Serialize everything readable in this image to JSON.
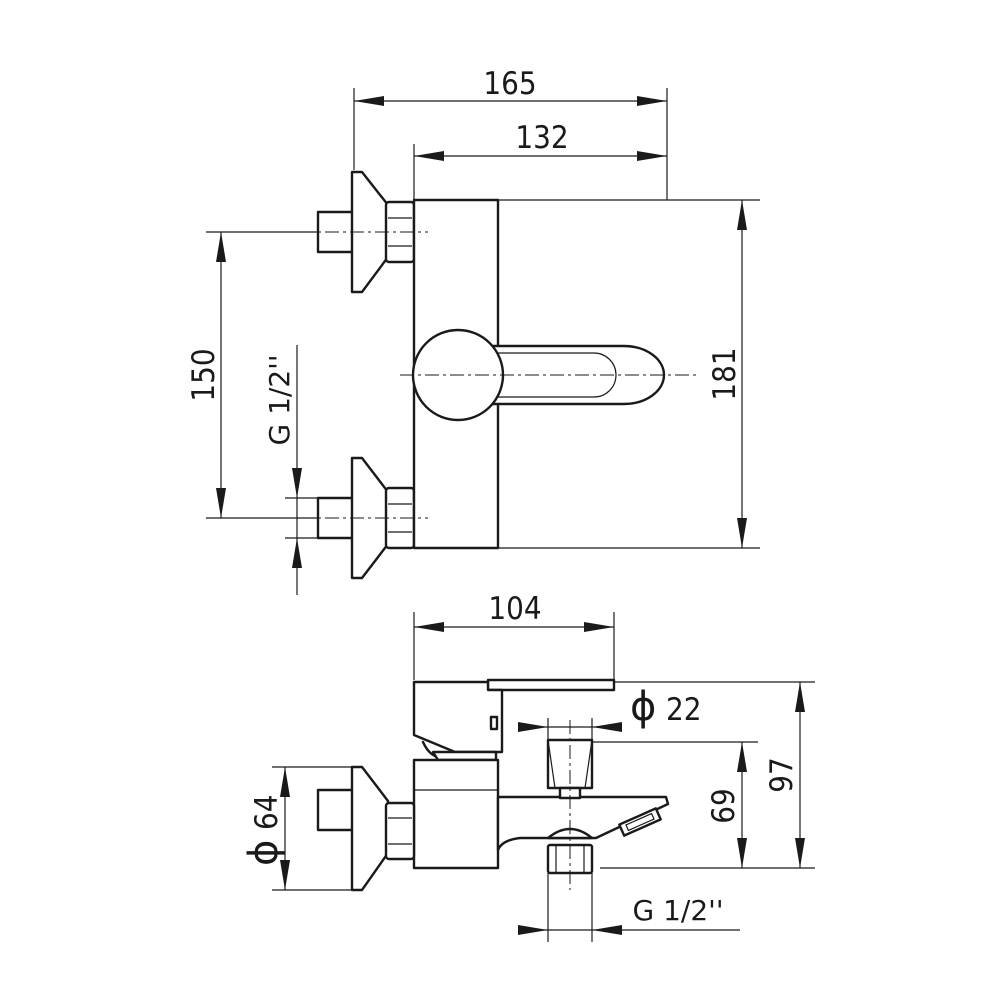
{
  "dimensions": {
    "top_width_overall": "165",
    "top_width_body": "132",
    "height_overall": "181",
    "inlet_spacing": "150",
    "inlet_thread_top": "G 1/2''",
    "depth_handle": "104",
    "spout_diameter_symbol": "ϕ",
    "spout_diameter": "22",
    "height_spout": "69",
    "height_side": "97",
    "flange_diameter_symbol": "ϕ",
    "flange_diameter": "64",
    "outlet_thread": "G 1/2''"
  }
}
